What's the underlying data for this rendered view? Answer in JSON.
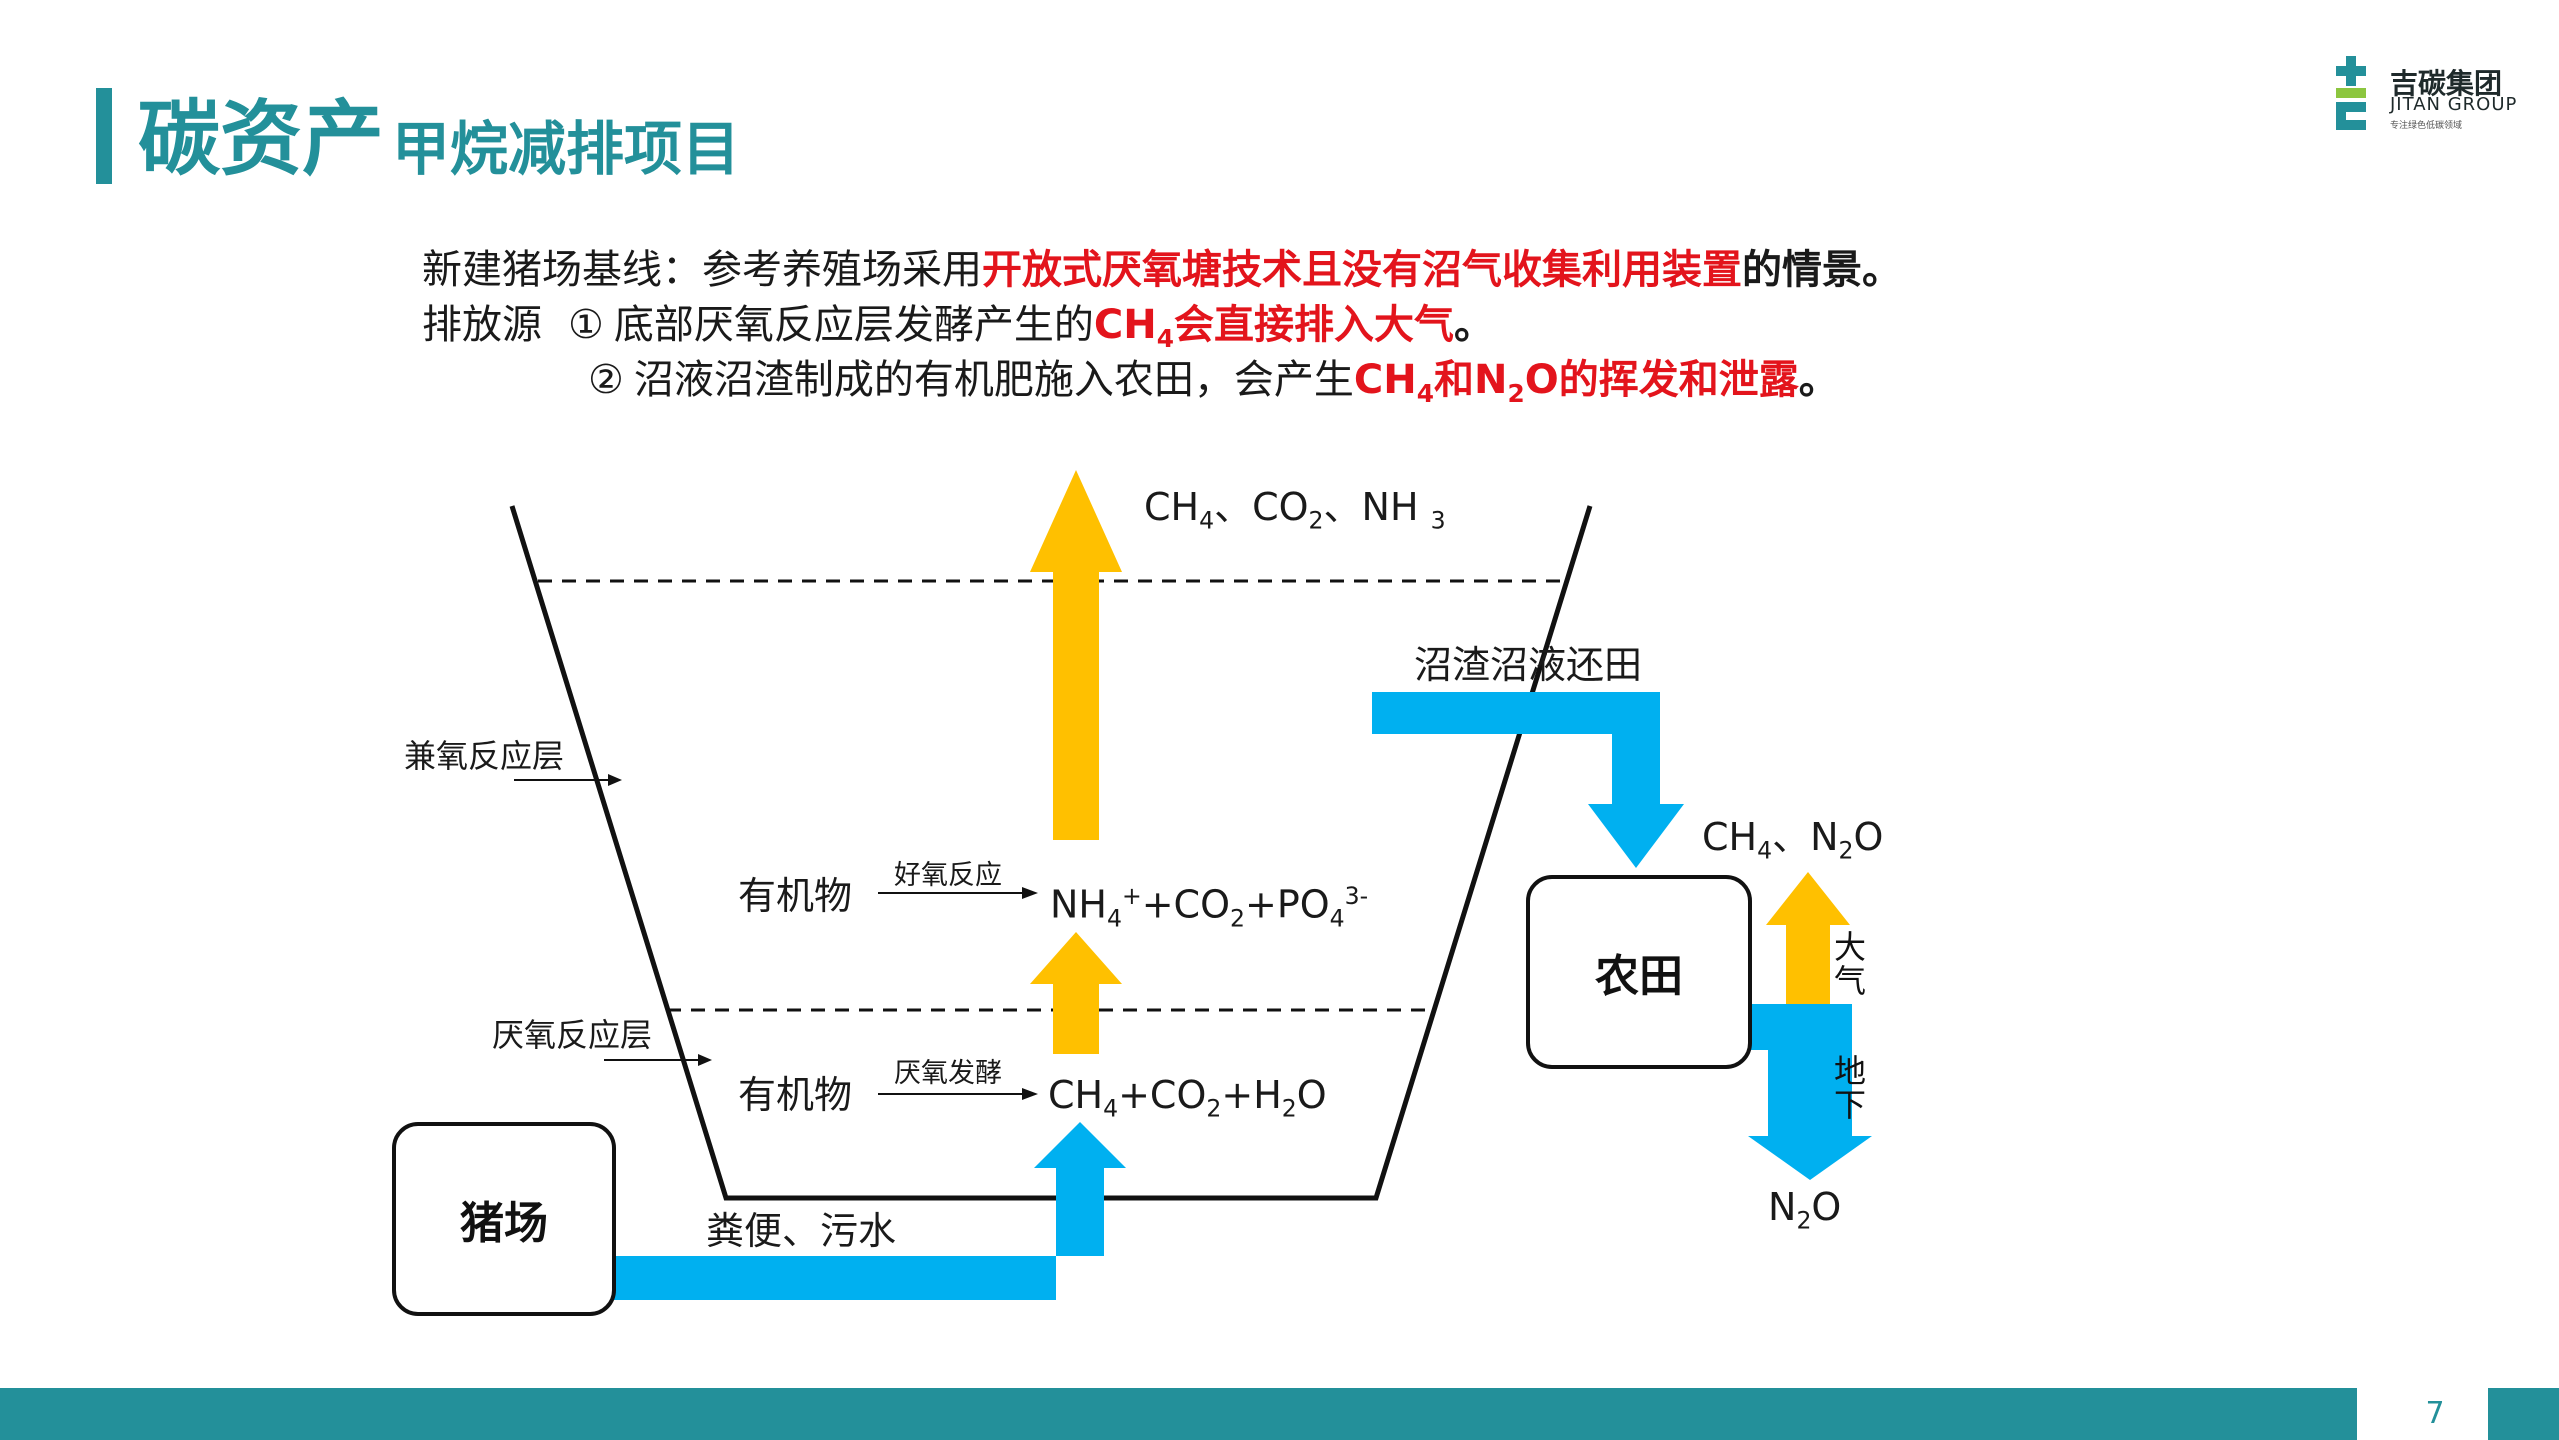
{
  "header": {
    "title_main": "碳资产",
    "title_sub": "甲烷减排项目"
  },
  "logo": {
    "name_cn": "吉碳集团",
    "name_en": "JITAN GROUP",
    "tagline": "专注绿色低碳领域"
  },
  "intro": {
    "line1_prefix": "新建猪场基线：参考养殖场采用",
    "line1_red": "开放式厌氧塘技术且没有沼气收集利用装置",
    "line1_bold": "的情景。",
    "line2_prefix": "排放源",
    "line2_num": "①",
    "line2_text": "底部厌氧反应层发酵产生的",
    "line2_red_a": "CH",
    "line2_red_sub": "4",
    "line2_red_b": "会直接排入大气",
    "line2_end": "。",
    "line3_num": "②",
    "line3_text": "沼液沼渣制成的有机肥施入农田，会产生",
    "line3_red_a": "CH",
    "line3_red_sub1": "4",
    "line3_red_b": "和N",
    "line3_red_sub2": "2",
    "line3_red_c": "O的挥发和泄露",
    "line3_end": "。"
  },
  "diagram": {
    "top_gases": {
      "a": "CH",
      "a_sub": "4",
      "sep1": "、CO",
      "b_sub": "2",
      "sep2": "、NH ",
      "c_sub": "3"
    },
    "label_facultative": "兼氧反应层",
    "label_anaerobic": "厌氧反应层",
    "organic_1": "有机物",
    "arrow_label_aerobic": "好氧反应",
    "products_aerobic": {
      "a": "NH",
      "a_sub": "4",
      "a_sup": "+",
      "b": "+CO",
      "b_sub": "2",
      "c": "+PO",
      "c_sub": "4",
      "c_sup": "3-"
    },
    "organic_2": "有机物",
    "arrow_label_anaerobic": "厌氧发酵",
    "products_anaerobic": {
      "a": "CH",
      "a_sub": "4",
      "b": "+CO",
      "b_sub": "2",
      "c": "+H",
      "c_sub": "2",
      "d": "O"
    },
    "pig_farm": "猪场",
    "manure_label": "粪便、污水",
    "slurry_label": "沼渣沼液还田",
    "farmland": "农田",
    "farm_gases": {
      "a": "CH",
      "a_sub": "4",
      "b": "、N",
      "b_sub": "2",
      "c": "O"
    },
    "atmosphere": "大气",
    "underground": "地下",
    "n2o": {
      "a": "N",
      "a_sub": "2",
      "b": "O"
    },
    "colors": {
      "yellow_arrow": "#ffc000",
      "blue_arrow": "#00b0f0",
      "accent": "#23909a",
      "red_text": "#e3141c"
    }
  },
  "footer": {
    "page_number": "7"
  }
}
